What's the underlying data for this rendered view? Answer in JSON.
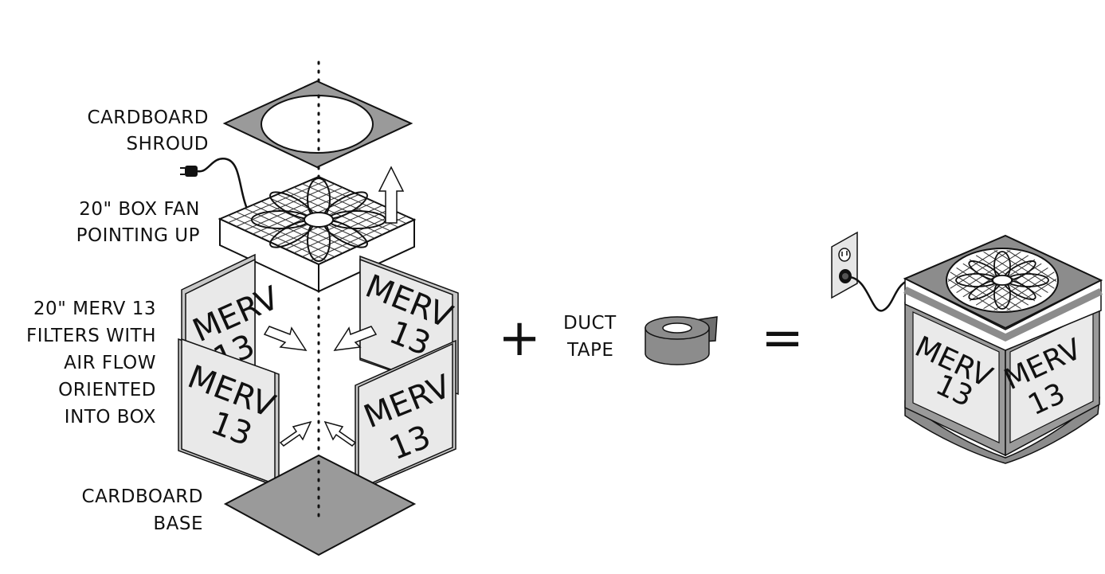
{
  "labels": {
    "shroud": [
      "CARDBOARD",
      "SHROUD"
    ],
    "fan": [
      "20\" BOX FAN",
      "POINTING UP"
    ],
    "filters": [
      "20\" MERV 13",
      "FILTERS WITH",
      "AIR FLOW",
      "ORIENTED",
      "INTO BOX"
    ],
    "base": [
      "CARDBOARD",
      "BASE"
    ],
    "tape": [
      "DUCT",
      "TAPE"
    ]
  },
  "filter_text": [
    "MERV",
    "13"
  ],
  "operators": {
    "plus": "+",
    "equals": "="
  },
  "colors": {
    "cardboard": "#9a9a9a",
    "filter_face": "#e9e9e9",
    "filter_edge": "#c8c8c8",
    "tape": "#8c8c8c",
    "outline": "#111111",
    "arrow_fill": "#ffffff"
  }
}
